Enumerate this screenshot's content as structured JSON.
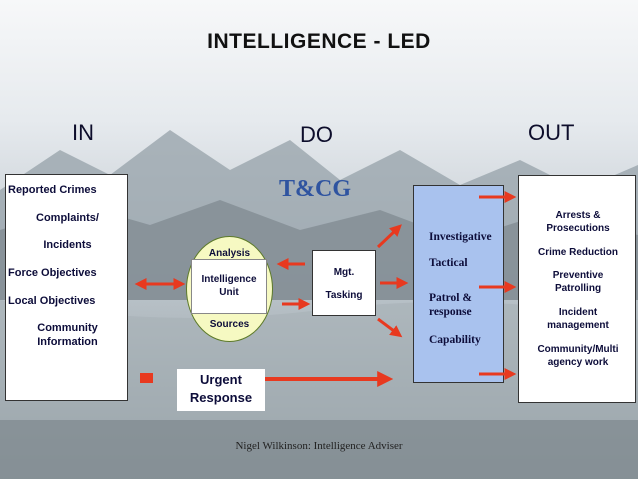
{
  "title": "INTELLIGENCE - LED",
  "headers": {
    "in": "IN",
    "do": "DO",
    "out": "OUT"
  },
  "center_label": "T&CG",
  "in_items": [
    "Reported Crimes",
    "Complaints/",
    "Incidents",
    "Force Objectives",
    "Local Objectives",
    "Community",
    "Information"
  ],
  "oval": {
    "top": "Analysis",
    "center_line1": "Intelligence",
    "center_line2": "Unit",
    "bottom": "Sources"
  },
  "mgt": {
    "line1": "Mgt.",
    "line2": "Tasking"
  },
  "do_items": [
    "Investigative",
    "Tactical",
    "Patrol &",
    "response",
    "Capability"
  ],
  "out_items": [
    "Arrests &",
    "Prosecutions",
    "Crime Reduction",
    "Preventive",
    "Patrolling",
    "Incident",
    "management",
    "Community/Multi",
    "agency work"
  ],
  "urgent": {
    "line1": "Urgent",
    "line2": "Response"
  },
  "footer": "Nigel Wilkinson: Intelligence Adviser",
  "colors": {
    "arrow": "#e8391f",
    "do_box": "#a9c2ee",
    "oval_fill": "#f6f9c2",
    "oval_stroke": "#5d7a2a"
  }
}
